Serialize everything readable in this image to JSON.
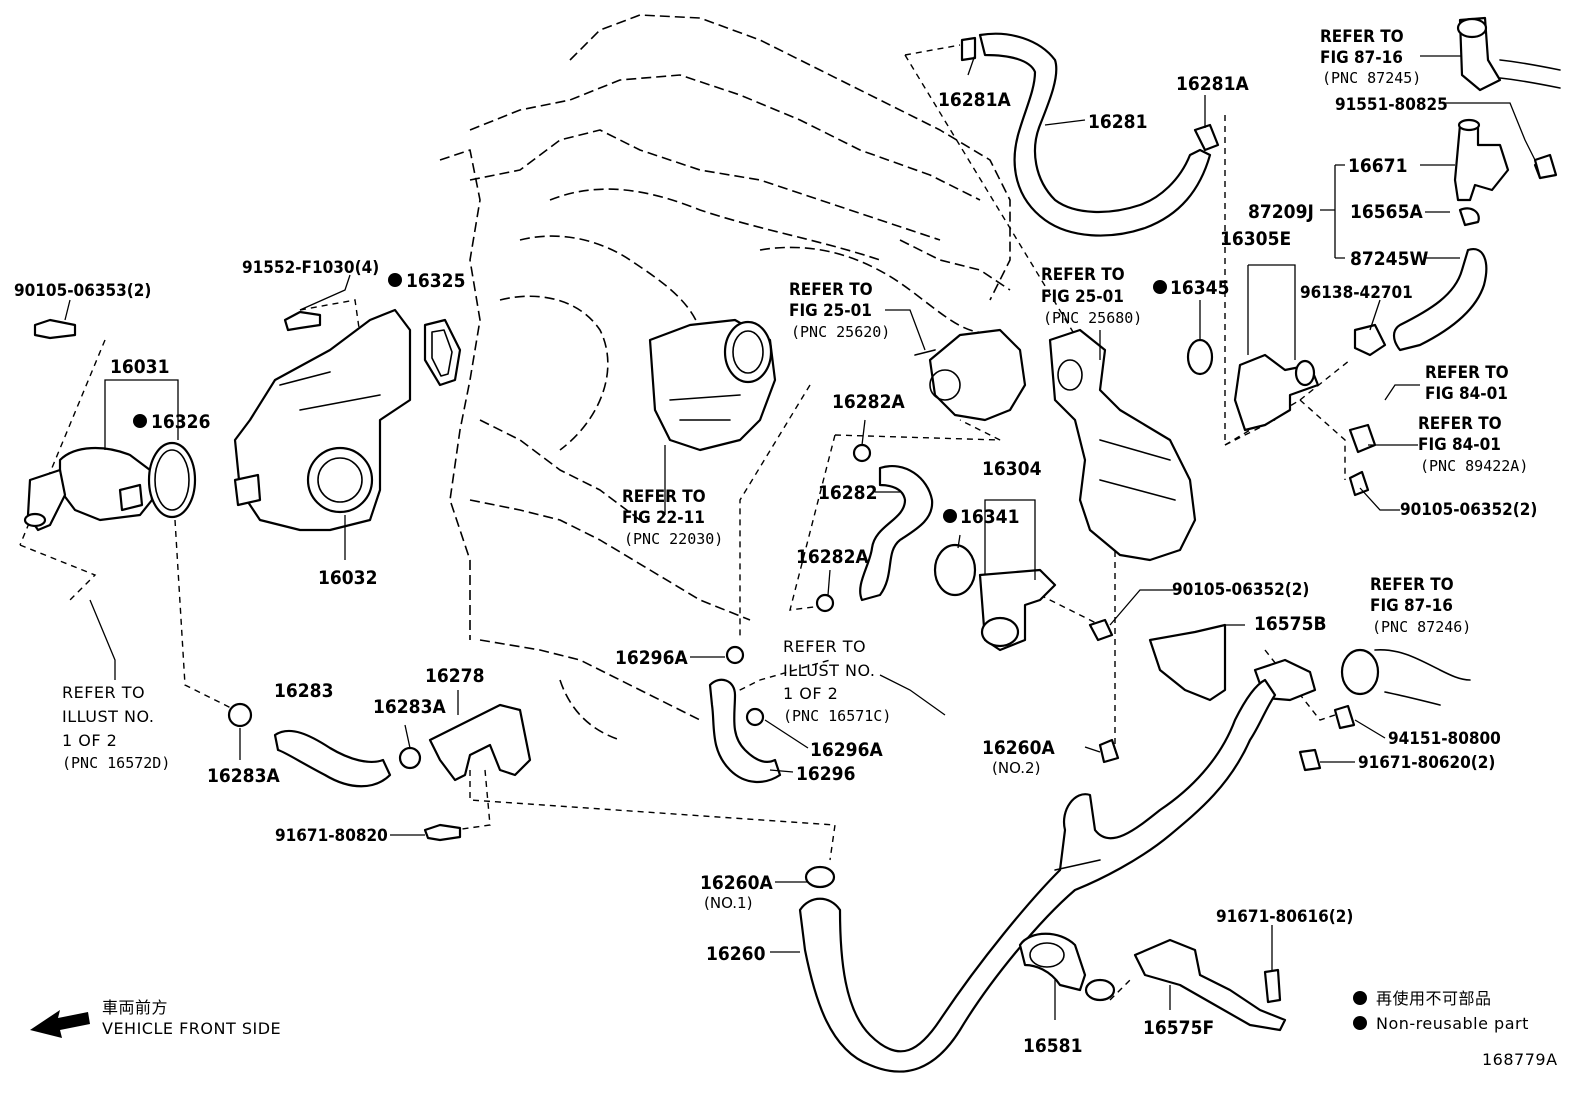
{
  "diagram_id": "168779A",
  "direction": {
    "jp": "車両前方",
    "en": "VEHICLE FRONT SIDE"
  },
  "legend": {
    "jp": "再使用不可部品",
    "en": "Non-reusable part"
  },
  "parts": {
    "p16281A_a": "16281A",
    "p16281": "16281",
    "p16281A_b": "16281A",
    "p90105_06353": "90105-06353(2)",
    "p91552": "91552-F1030(4)",
    "p16325": "16325",
    "p16031": "16031",
    "p16326": "16326",
    "p16032": "16032",
    "p16282A_a": "16282A",
    "p16282": "16282",
    "p16282A_b": "16282A",
    "p16304": "16304",
    "p16341": "16341",
    "p16345": "16345",
    "p16305E": "16305E",
    "p96138": "96138-42701",
    "p91551": "91551-80825",
    "p16671": "16671",
    "p87209J": "87209J",
    "p16565A": "16565A",
    "p87245W": "87245W",
    "p90105_06352_a": "90105-06352(2)",
    "p90105_06352_b": "90105-06352(2)",
    "p16575B": "16575B",
    "p94151": "94151-80800",
    "p91671_80620": "91671-80620(2)",
    "p16283": "16283",
    "p16278": "16278",
    "p16283A_a": "16283A",
    "p16283A_b": "16283A",
    "p16296A_a": "16296A",
    "p16296A_b": "16296A",
    "p16296": "16296",
    "p16260A_no2": "16260A",
    "no2": "(NO.2)",
    "p91671_80820": "91671-80820",
    "p16260A_no1": "16260A",
    "no1": "(NO.1)",
    "p16260": "16260",
    "p16581": "16581",
    "p16575F": "16575F",
    "p91671_80616": "91671-80616(2)"
  },
  "refs": {
    "r8716_top": {
      "l1": "REFER TO",
      "l2": "FIG 87-16",
      "pnc": "(PNC 87245)"
    },
    "r2501_a": {
      "l1": "REFER TO",
      "l2": "FIG 25-01",
      "pnc": "(PNC 25620)"
    },
    "r2501_b": {
      "l1": "REFER TO",
      "l2": "FIG 25-01",
      "pnc": "(PNC 25680)"
    },
    "r2211": {
      "l1": "REFER TO",
      "l2": "FIG 22-11",
      "pnc": "(PNC 22030)"
    },
    "r8401_a": {
      "l1": "REFER TO",
      "l2": "FIG 84-01"
    },
    "r8401_b": {
      "l1": "REFER TO",
      "l2": "FIG 84-01",
      "pnc": "(PNC 89422A)"
    },
    "r8716_bot": {
      "l1": "REFER TO",
      "l2": "FIG 87-16",
      "pnc": "(PNC 87246)"
    },
    "ril_a": {
      "l1": "REFER TO",
      "l2": "ILLUST NO.",
      "l3": "1 OF 2",
      "pnc": "(PNC 16571C)"
    },
    "ril_b": {
      "l1": "REFER TO",
      "l2": "ILLUST NO.",
      "l3": "1 OF 2",
      "pnc": "(PNC 16572D)"
    }
  }
}
